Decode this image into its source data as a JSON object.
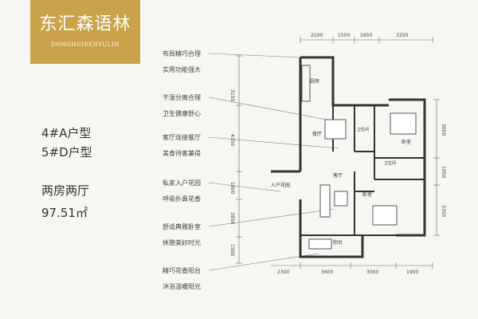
{
  "logo": {
    "title_cn": "东汇森语林",
    "title_en": "DONGHUISENYULIN"
  },
  "unit_info": {
    "line1": "4#A户型",
    "line2": "5#D户型",
    "layout": "两房两厅",
    "area": "97.51㎡"
  },
  "features": [
    "布局精巧合理",
    "实用功能强大",
    "干湿分离合理",
    "卫生健康舒心",
    "客厅连接餐厅",
    "美食待客兼得",
    "私家入户花园",
    "呼吸扑鼻花香",
    "舒适典雅卧室",
    "休憩美好时光",
    "精巧花香阳台",
    "沐浴温暖阳光"
  ],
  "rooms": {
    "kitchen": "厨房",
    "dining": "餐厅",
    "bath1": "卫生间",
    "bedroom1": "卧室",
    "bath2": "卫生间",
    "living": "客厅",
    "garden": "入户花园",
    "bedroom2": "卧室",
    "balcony": "阳台"
  },
  "dimensions": {
    "top": [
      "2100",
      "1500",
      "1650",
      "3250"
    ],
    "bottom": [
      "2300",
      "3600",
      "3000",
      "1900"
    ],
    "left": [
      "3150",
      "4350",
      "1800",
      "2850",
      "1500"
    ],
    "right": [
      "3000",
      "1950",
      "3350"
    ]
  },
  "colors": {
    "gold": "#c9a24a",
    "line": "#555555"
  }
}
